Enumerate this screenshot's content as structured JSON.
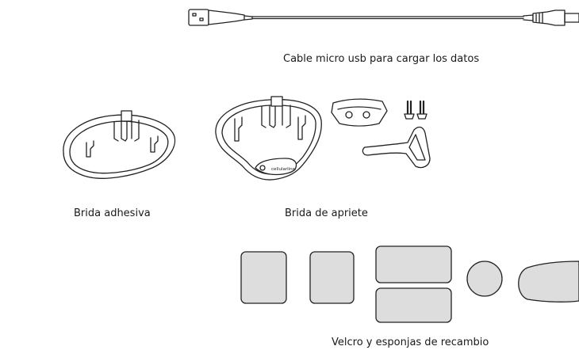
{
  "captions": {
    "cable": "Cable micro usb para cargar los datos",
    "adhesive_mount": "Brida adhesiva",
    "clamp_mount": "Brida de apriete",
    "velcro_sponges": "Velcro y esponjas de recambio"
  },
  "brand_mark": "cellularline"
}
